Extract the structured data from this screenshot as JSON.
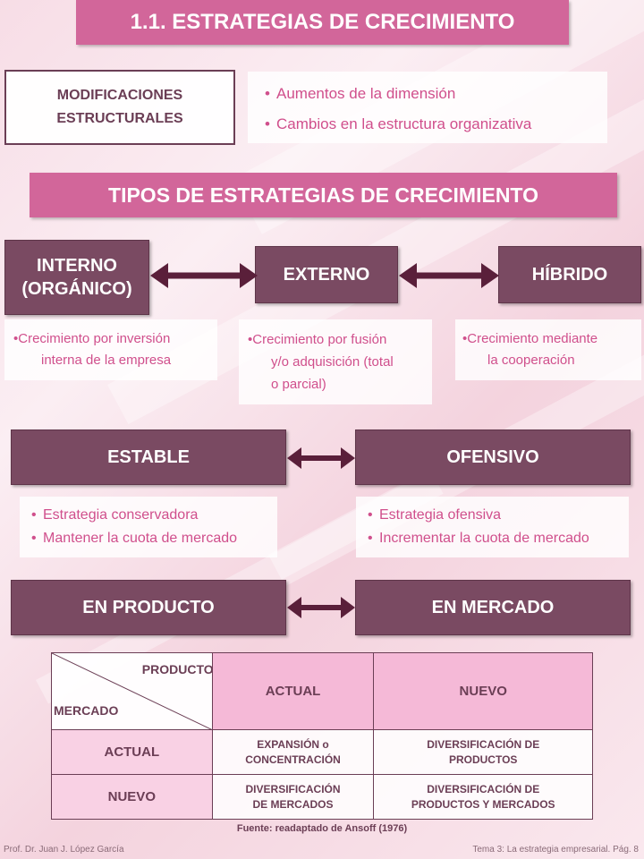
{
  "title": "1.1. ESTRATEGIAS DE CRECIMIENTO",
  "modificaciones": {
    "label_line1": "MODIFICACIONES",
    "label_line2": "ESTRUCTURALES",
    "bullets": [
      "Aumentos de la dimensión",
      "Cambios en la estructura organizativa"
    ]
  },
  "tipos_title": "TIPOS DE ESTRATEGIAS DE CRECIMIENTO",
  "row1": {
    "interno_line1": "INTERNO",
    "interno_line2": "(ORGÁNICO)",
    "externo": "EXTERNO",
    "hibrido": "HÍBRIDO",
    "interno_note_line1": "•Crecimiento por inversión",
    "interno_note_line2": "interna de la empresa",
    "externo_note_line1": "•Crecimiento por fusión",
    "externo_note_line2": "y/o adquisición (total",
    "externo_note_line3": "o parcial)",
    "hibrido_note_line1": "•Crecimiento mediante",
    "hibrido_note_line2": "la cooperación"
  },
  "row2": {
    "estable": "ESTABLE",
    "ofensivo": "OFENSIVO",
    "estable_bullets": [
      "Estrategia conservadora",
      "Mantener la cuota de mercado"
    ],
    "ofensivo_bullets": [
      "Estrategia ofensiva",
      "Incrementar la cuota de mercado"
    ]
  },
  "row3": {
    "producto": "EN PRODUCTO",
    "mercado": "EN MERCADO"
  },
  "matrix": {
    "corner_top": "PRODUCTO",
    "corner_bottom": "MERCADO",
    "col_actual": "ACTUAL",
    "col_nuevo": "NUEVO",
    "row_actual": "ACTUAL",
    "row_nuevo": "NUEVO",
    "cell_aa_line1": "EXPANSIÓN o",
    "cell_aa_line2": "CONCENTRACIÓN",
    "cell_an_line1": "DIVERSIFICACIÓN DE",
    "cell_an_line2": "PRODUCTOS",
    "cell_na_line1": "DIVERSIFICACIÓN",
    "cell_na_line2": "DE MERCADOS",
    "cell_nn_line1": "DIVERSIFICACIÓN DE",
    "cell_nn_line2": "PRODUCTOS Y MERCADOS"
  },
  "source": "Fuente: readaptado de Ansoff (1976)",
  "footer": {
    "left": "Prof. Dr. Juan J. López García",
    "right": "Tema 3: La estrategia empresarial. Pág. 8"
  },
  "colors": {
    "title_pink": "#d2669a",
    "dark_mauve": "#7a4a62",
    "text_pink": "#d04f8c",
    "arrow": "#5a1f3a"
  }
}
